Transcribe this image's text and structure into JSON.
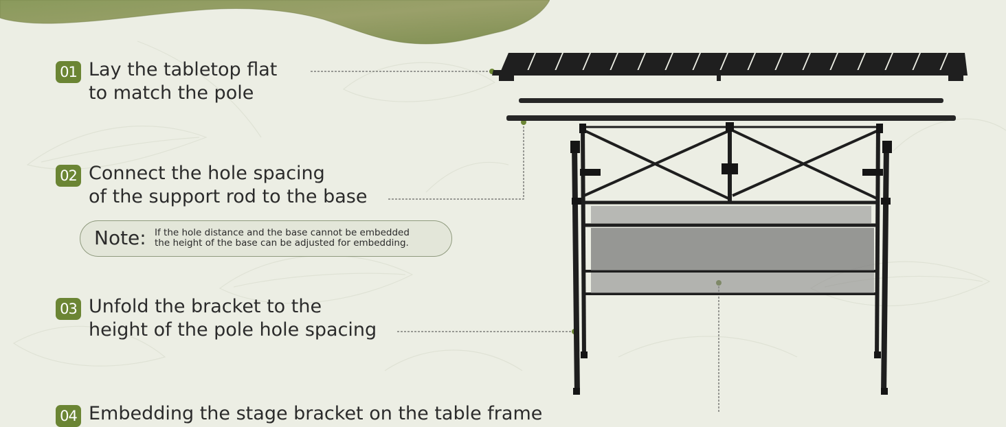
{
  "steps": [
    {
      "number": "01",
      "lines": [
        "Lay the tabletop flat",
        "to match the pole"
      ]
    },
    {
      "number": "02",
      "lines": [
        "Connect the hole spacing",
        "of the support rod to the base"
      ]
    },
    {
      "number": "03",
      "lines": [
        "Unfold the bracket to the",
        "height of the pole hole spacing"
      ]
    },
    {
      "number": "04",
      "lines": [
        "Embedding the stage bracket on the table frame"
      ]
    }
  ],
  "note": {
    "label": "Note:",
    "lines": [
      "If the hole distance and the base cannot be embedded",
      "the height of the base can be adjusted for embedding."
    ]
  },
  "colors": {
    "accent": "#6b8534",
    "background": "#eceee4",
    "text": "#2b2b2b",
    "table_frame": "#1e1e1e"
  },
  "icons": [
    "table-illustration",
    "grass-patch"
  ]
}
